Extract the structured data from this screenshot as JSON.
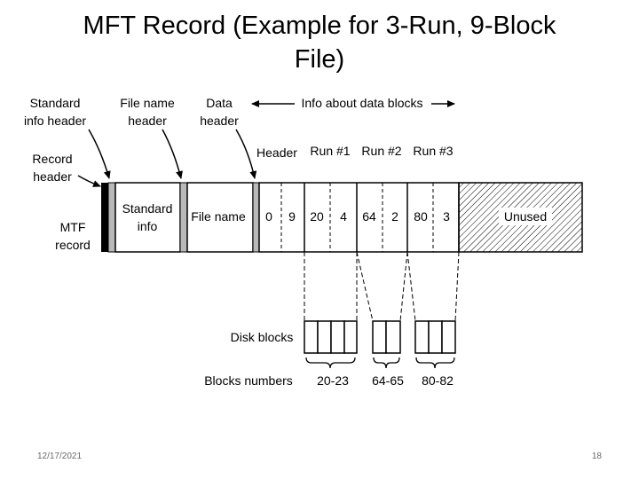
{
  "slide": {
    "title_line1": "MFT Record (Example for 3-Run, 9-Block",
    "title_line2": "File)",
    "date": "12/17/2021",
    "page_number": "18"
  },
  "diagram": {
    "labels": {
      "standard_info_header_1": "Standard",
      "standard_info_header_2": "info header",
      "file_name_header_1": "File name",
      "file_name_header_2": "header",
      "data_header_1": "Data",
      "data_header_2": "header",
      "info_about_blocks": "Info about data blocks",
      "record_header_1": "Record",
      "record_header_2": "header",
      "mtf_record_1": "MTF",
      "mtf_record_2": "record",
      "header": "Header",
      "run1": "Run #1",
      "run2": "Run #2",
      "run3": "Run #3",
      "disk_blocks": "Disk blocks",
      "blocks_numbers": "Blocks numbers"
    },
    "record_cells": {
      "standard_info_1": "Standard",
      "standard_info_2": "info",
      "file_name": "File name",
      "h0": "0",
      "h1": "9",
      "r1a": "20",
      "r1b": "4",
      "r2a": "64",
      "r2b": "2",
      "r3a": "80",
      "r3b": "3",
      "unused": "Unused"
    },
    "block_ranges": {
      "run1": "20-23",
      "run2": "64-65",
      "run3": "80-82"
    }
  }
}
